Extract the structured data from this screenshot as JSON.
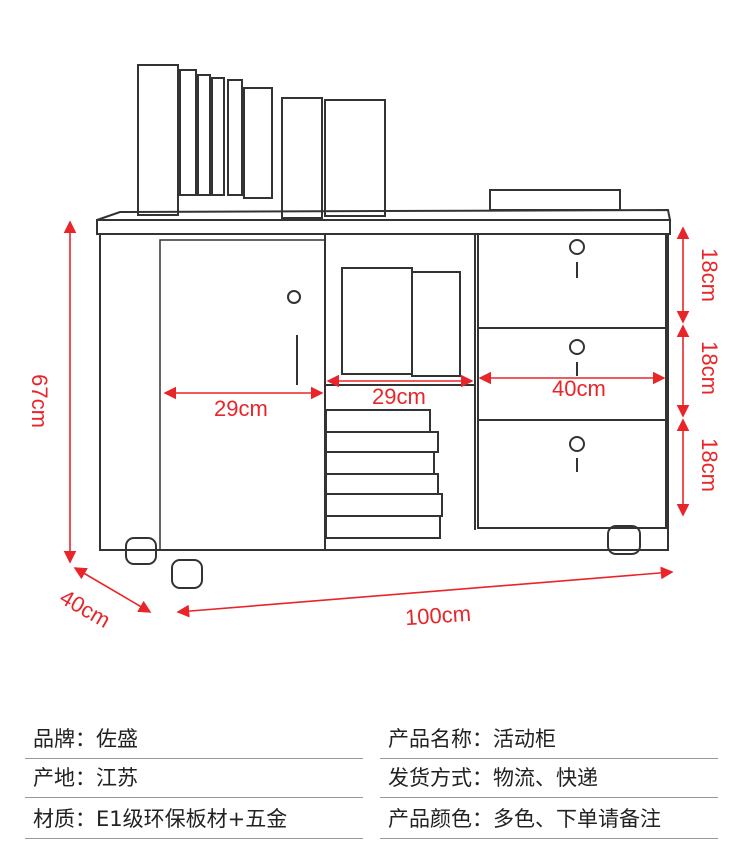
{
  "dimensions": {
    "height": "67cm",
    "depth": "40cm",
    "width": "100cm",
    "door_width": "29cm",
    "shelf_width": "29cm",
    "drawer_width": "40cm",
    "drawer_height_1": "18cm",
    "drawer_height_2": "18cm",
    "drawer_height_3": "18cm"
  },
  "colors": {
    "dimension": "#e8262a",
    "line": "#333333"
  },
  "specs": {
    "left": [
      {
        "label": "品牌",
        "sep": "：",
        "value": "佐盛"
      },
      {
        "label": "产地",
        "sep": "：",
        "value": "江苏"
      },
      {
        "label": "材质",
        "sep": "：",
        "value": "E1级环保板材+五金"
      }
    ],
    "right": [
      {
        "label": "产品名称",
        "sep": "：",
        "value": "活动柜"
      },
      {
        "label": "发货方式",
        "sep": "：",
        "value": "物流、快递"
      },
      {
        "label": "产品颜色",
        "sep": "：",
        "value": "多色、下单请备注"
      }
    ]
  }
}
